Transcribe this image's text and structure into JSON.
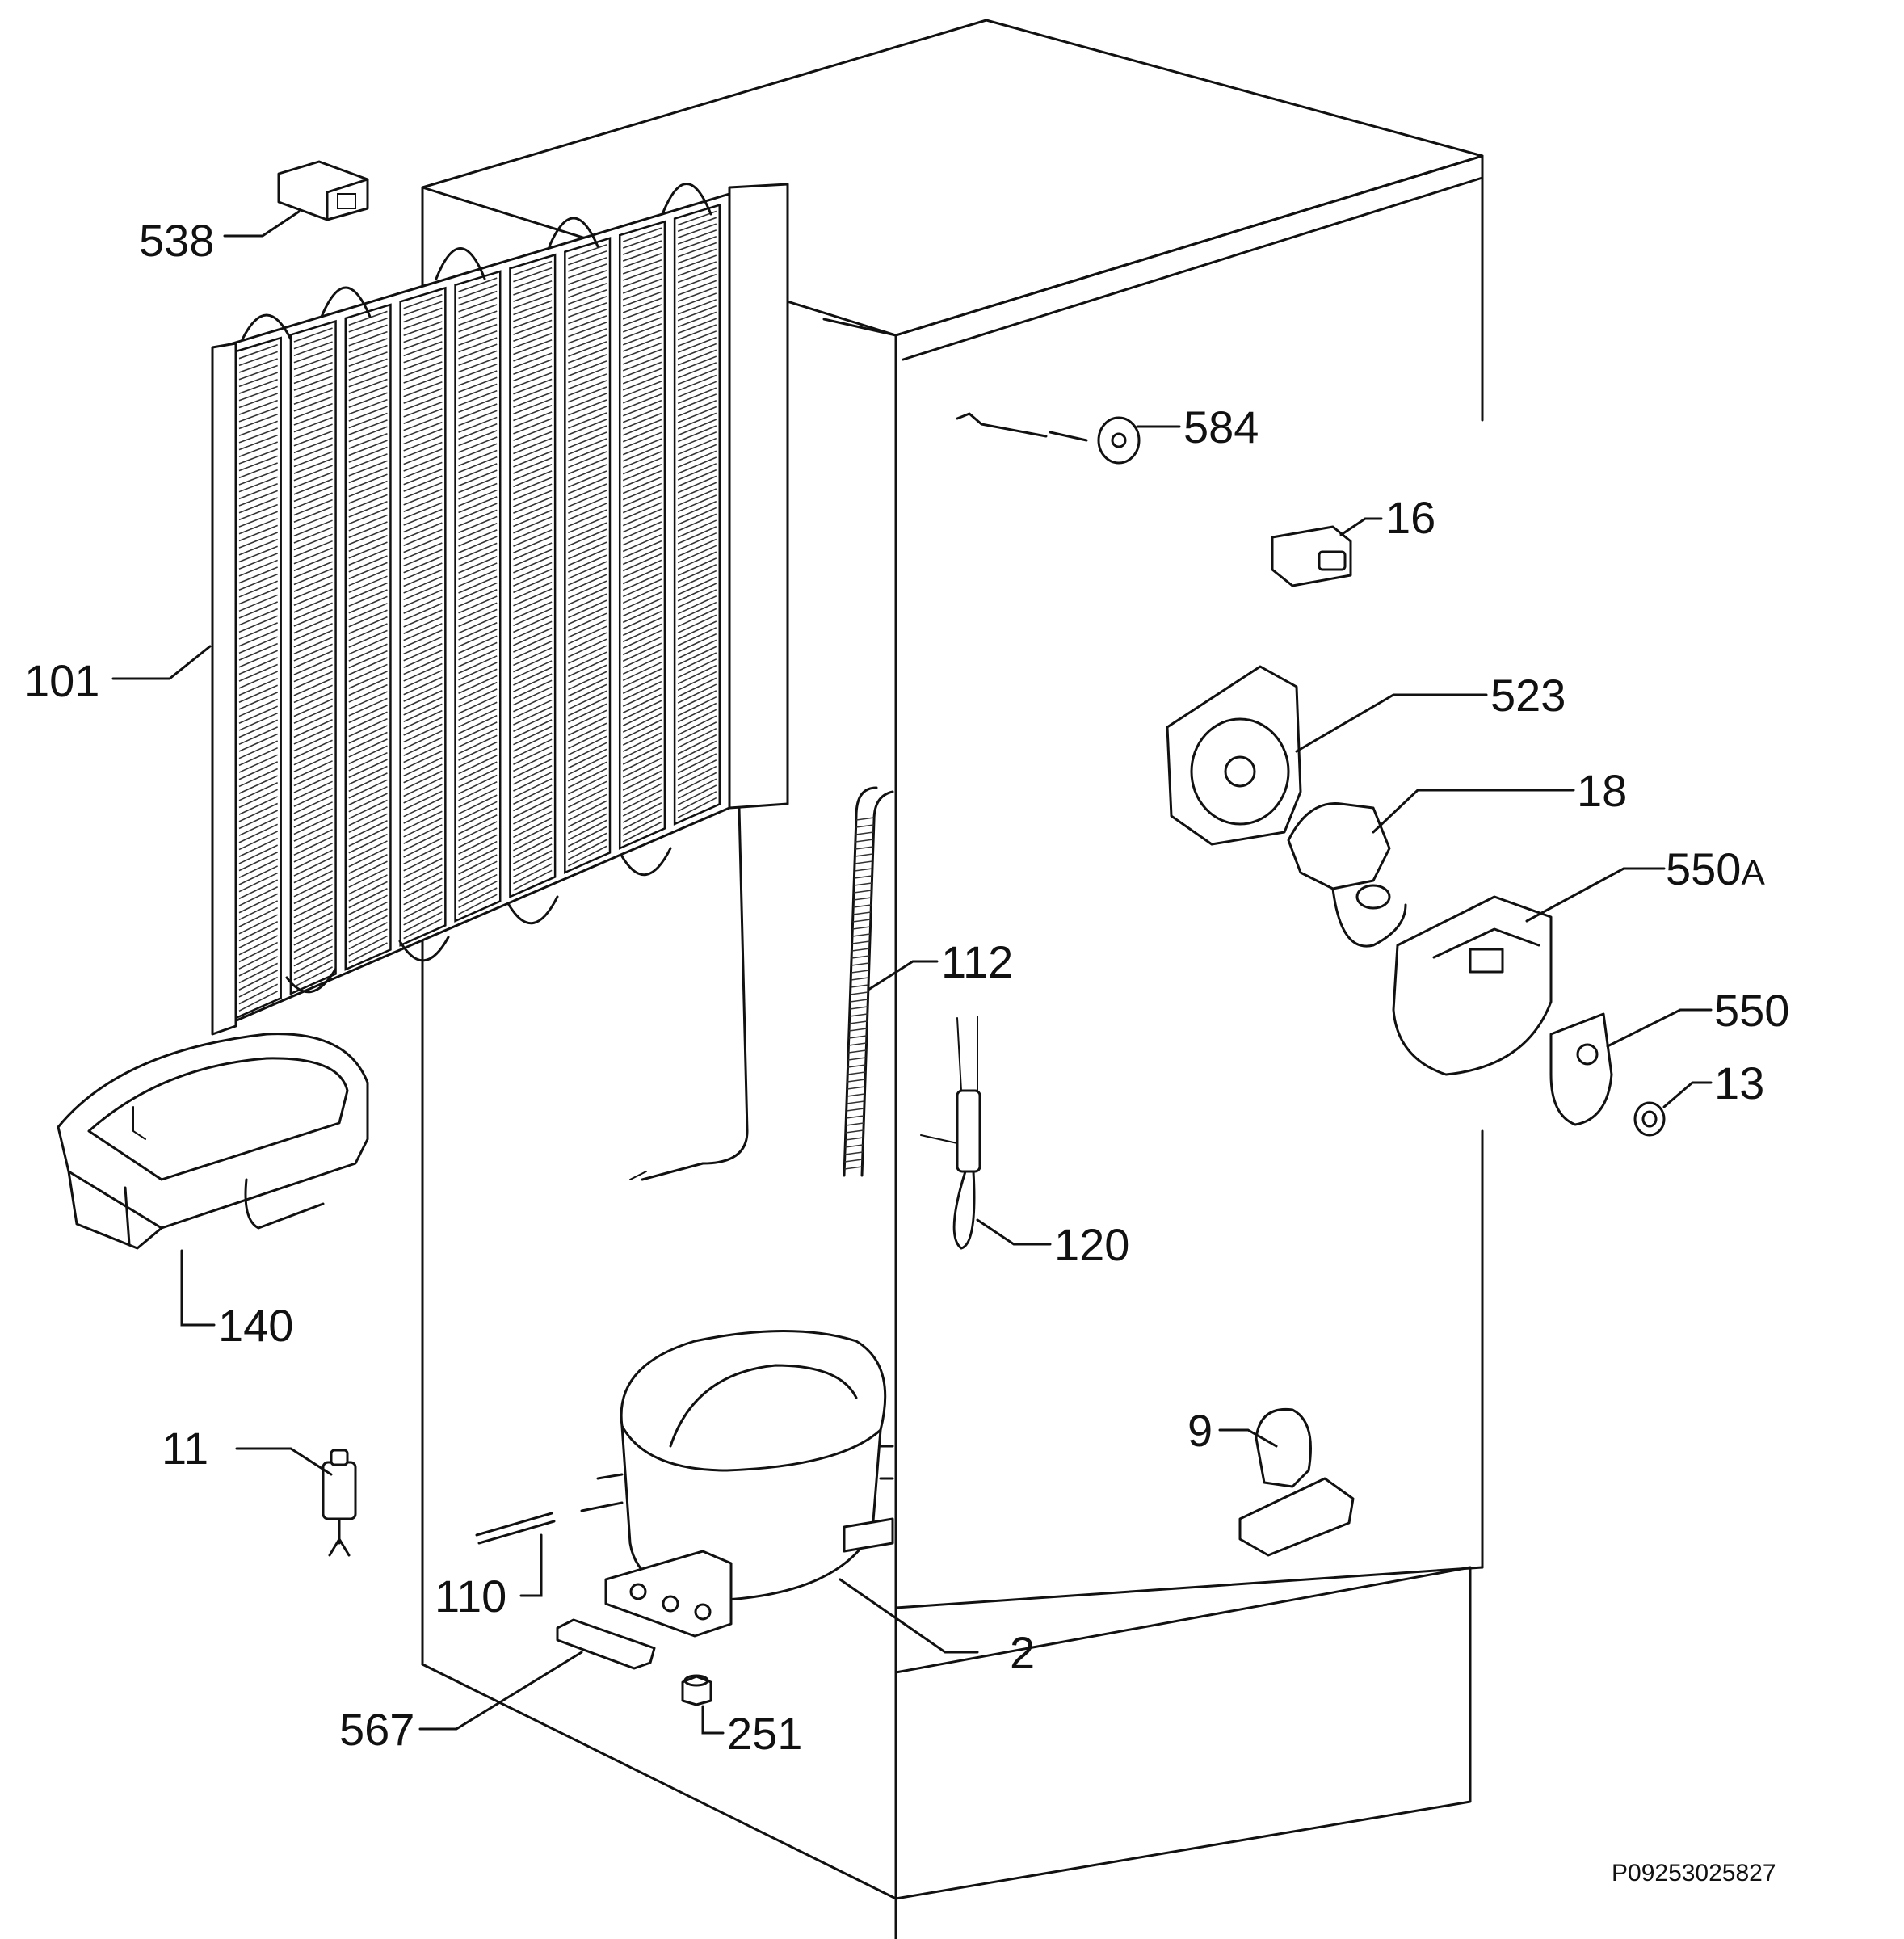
{
  "parts": [
    {
      "id": "538",
      "label": "538"
    },
    {
      "id": "584",
      "label": "584"
    },
    {
      "id": "16",
      "label": "16"
    },
    {
      "id": "101",
      "label": "101"
    },
    {
      "id": "523",
      "label": "523"
    },
    {
      "id": "18",
      "label": "18"
    },
    {
      "id": "550A",
      "label": "550",
      "suffix": "A"
    },
    {
      "id": "112",
      "label": "112"
    },
    {
      "id": "550",
      "label": "550"
    },
    {
      "id": "13",
      "label": "13"
    },
    {
      "id": "120",
      "label": "120"
    },
    {
      "id": "140",
      "label": "140"
    },
    {
      "id": "11",
      "label": "11"
    },
    {
      "id": "9",
      "label": "9"
    },
    {
      "id": "110",
      "label": "110"
    },
    {
      "id": "2",
      "label": "2"
    },
    {
      "id": "567",
      "label": "567"
    },
    {
      "id": "251",
      "label": "251"
    }
  ],
  "drawing_code": "P09253025827"
}
